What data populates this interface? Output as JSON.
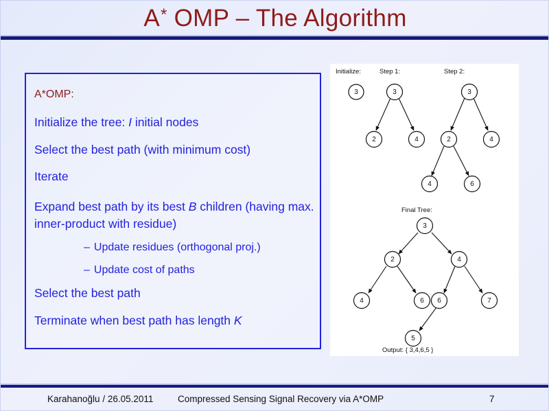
{
  "slide": {
    "title_main": "A",
    "title_star": "*",
    "title_rest": " OMP – The Algorithm",
    "accent_red": "#8f1b1b",
    "accent_blue": "#2222dd",
    "rule_navy": "#17197d",
    "background": "#e9edfb"
  },
  "body": {
    "heading": "A*OMP:",
    "items": [
      {
        "pre": "Initialize the tree: ",
        "var": "I",
        "post": " initial nodes"
      },
      {
        "pre": "Select the best path (with minimum cost)",
        "var": "",
        "post": ""
      },
      {
        "pre": "Iterate",
        "var": "",
        "post": ""
      },
      {
        "pre": "Expand best path by its best ",
        "var": "B",
        "post": " children (having max. inner-product with residue)"
      }
    ],
    "sub_items": [
      {
        "dash": "–",
        "text": "Update residues (orthogonal proj.)"
      },
      {
        "dash": "–",
        "text": "Update cost of paths"
      }
    ],
    "items_tail": [
      {
        "pre": "Select the best path",
        "var": "",
        "post": ""
      },
      {
        "pre": "Terminate when best path has length ",
        "var": "K",
        "post": ""
      }
    ]
  },
  "diagram": {
    "labels": {
      "initialize": "Initialize:",
      "step1": "Step 1:",
      "step2": "Step 2:",
      "final": "Final Tree:",
      "output": "Output: { 3,4,6,5 }"
    },
    "trees": {
      "initialize": {
        "nodes": [
          "3"
        ]
      },
      "step1": {
        "root": "3",
        "children": [
          "2",
          "4"
        ]
      },
      "step2": {
        "root": "3",
        "children": [
          "2",
          "4"
        ],
        "grandchildren_of_2": [
          "4",
          "6"
        ]
      },
      "final": {
        "root": "3",
        "level1": [
          "2",
          "4"
        ],
        "level2_left": [
          "4",
          "6"
        ],
        "level2_right": [
          "6",
          "7"
        ],
        "level3": [
          "5"
        ]
      }
    },
    "node_values": {
      "init_a": "3",
      "s1_root": "3",
      "s1_l": "2",
      "s1_r": "4",
      "s2_root": "3",
      "s2_l": "2",
      "s2_r": "4",
      "s2_ll": "4",
      "s2_lr": "6",
      "f_root": "3",
      "f_l": "2",
      "f_r": "4",
      "f_ll": "4",
      "f_lr": "6",
      "f_rl": "6",
      "f_rr": "7",
      "f_rll": "5"
    }
  },
  "footer": {
    "author": "Karahanoğlu / 26.05.2011",
    "center": "Compressed Sensing Signal Recovery via A*OMP",
    "page": "7"
  }
}
